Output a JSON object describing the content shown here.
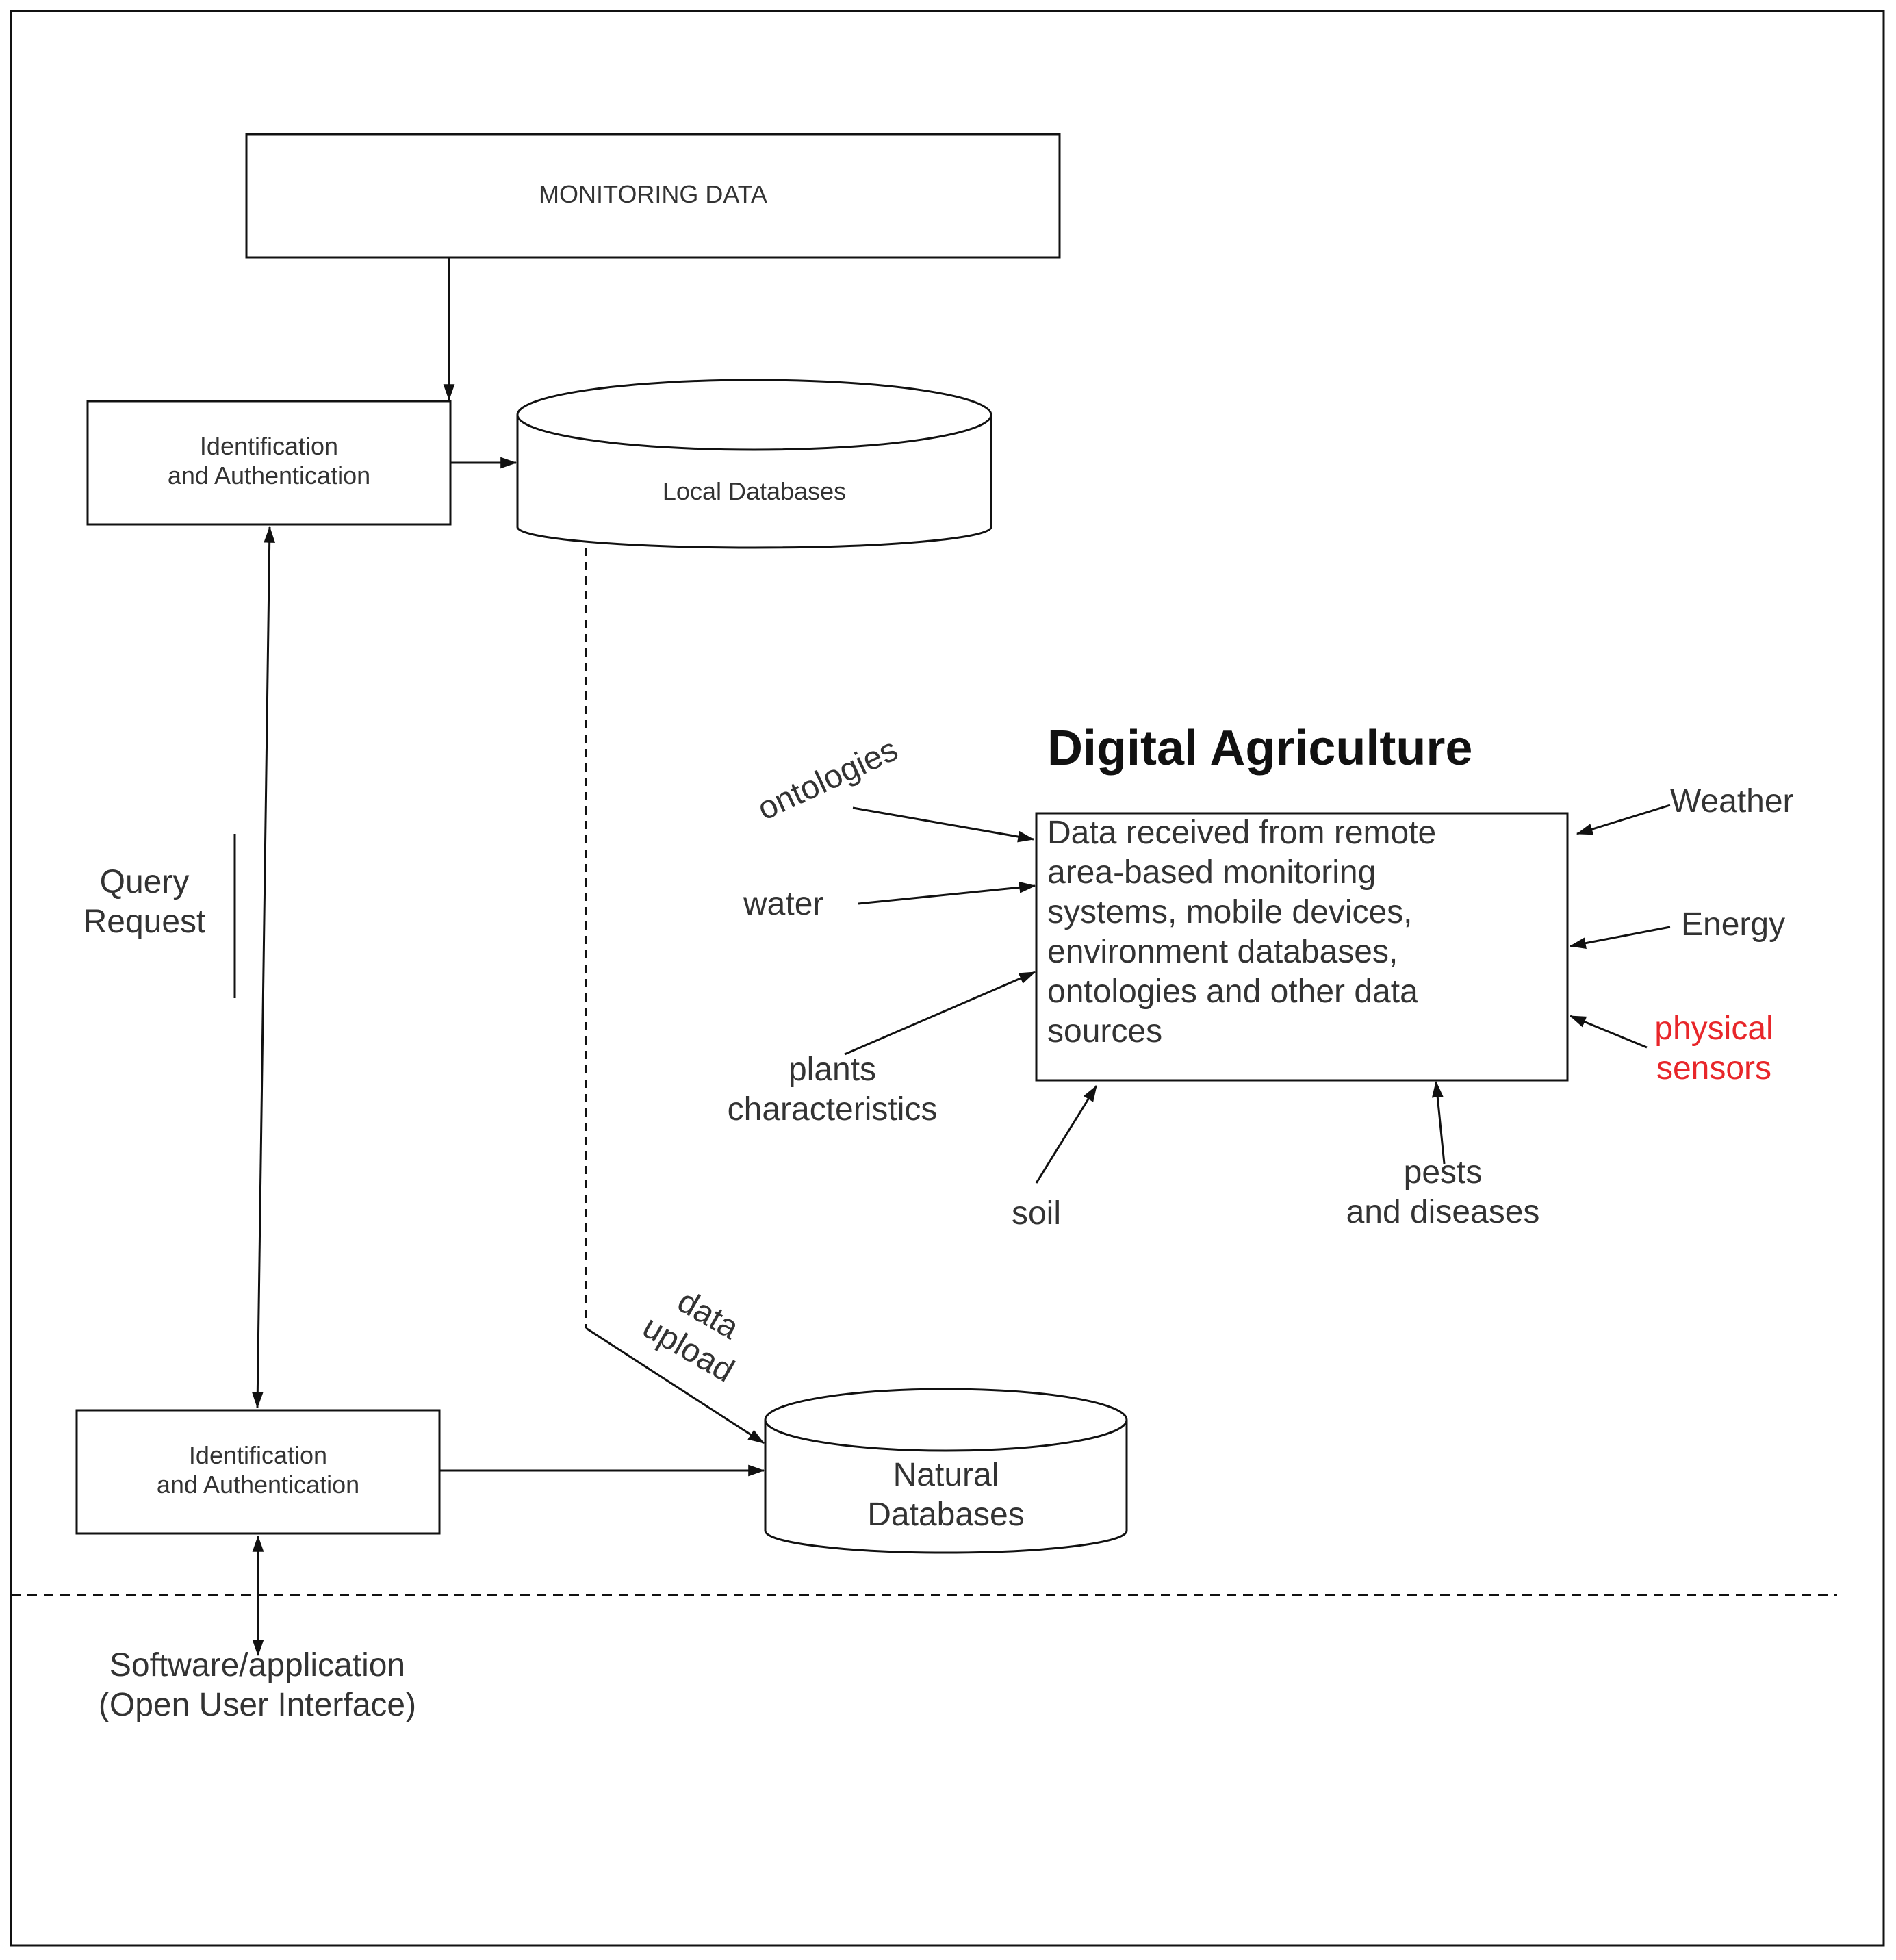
{
  "diagram": {
    "monitoring_data": "MONITORING DATA",
    "auth_top": [
      "Identification",
      "and Authentication"
    ],
    "local_db": "Local Databases",
    "auth_bottom": [
      "Identification",
      "and Authentication"
    ],
    "natural_db": [
      "Natural",
      "Databases"
    ],
    "query_request": [
      "Query",
      "Request"
    ],
    "data_upload": [
      "data",
      "upload"
    ],
    "software": [
      "Software/application",
      "(Open User Interface)"
    ],
    "title": "Digital Agriculture",
    "central_box": [
      "Data received from remote",
      "area-based monitoring",
      "systems, mobile devices,",
      "environment databases,",
      "ontologies and other data",
      "sources"
    ],
    "inputs": {
      "ontologies": "ontologies",
      "water": "water",
      "plants": [
        "plants",
        "characteristics"
      ],
      "soil": "soil",
      "pests": [
        "pests",
        "and diseases"
      ],
      "weather": "Weather",
      "energy": "Energy",
      "physical": [
        "physical",
        "sensors"
      ]
    },
    "colors": {
      "line": "#111111",
      "accent": "#e8262a"
    }
  }
}
